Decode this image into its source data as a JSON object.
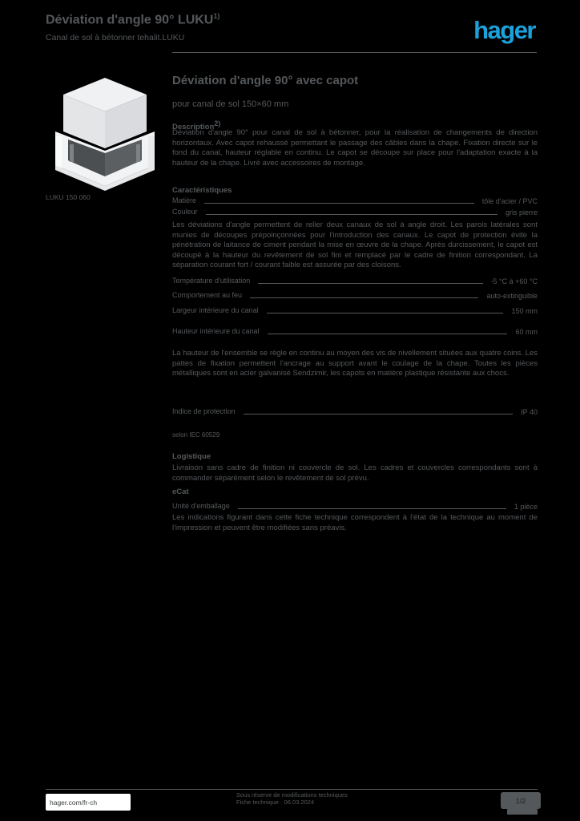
{
  "page": {
    "background": "#000000",
    "text_color": "#56595C",
    "accent_blue": "#1BA2DC"
  },
  "header": {
    "title_line1": "Déviation d'angle 90° LUKU",
    "title_sup": "1)",
    "title_line2": "Canal de sol à bétonner tehalit.LUKU",
    "logo_text": "hager"
  },
  "product_image": {
    "caption": "LUKU 150 060",
    "description": "corner piece for underfloor duct, grey hood on open channel"
  },
  "main": {
    "title": "Déviation d'angle 90° avec capot",
    "subtitle": "pour canal de sol 150×60 mm",
    "intro_lead": "Description",
    "intro_sup": "2)",
    "intro": "Déviation d'angle 90° pour canal de sol à bétonner, pour la réalisation de changements de direction horizontaux. Avec capot rehaussé permettant le passage des câbles dans la chape. Fixation directe sur le fond du canal, hauteur réglable en continu. Le capot se découpe sur place pour l'adaptation exacte à la hauteur de la chape. Livré avec accessoires de montage."
  },
  "specs": {
    "section_heading": "Caractéristiques",
    "rows": [
      {
        "label": "Matière",
        "value": "tôle d'acier / PVC"
      },
      {
        "label": "Couleur",
        "value": "gris pierre"
      },
      {
        "label": "Température d'utilisation",
        "value": "-5 °C à +60 °C"
      },
      {
        "label": "Comportement au feu",
        "value": "auto-extinguible"
      },
      {
        "label": "Largeur intérieure du canal",
        "value": "150 mm"
      },
      {
        "label": "Hauteur intérieure du canal",
        "value": "60 mm"
      },
      {
        "label": "Indice de protection",
        "value": "IP 40"
      },
      {
        "label": "Unité d'emballage",
        "value": "1 pièce"
      }
    ],
    "ip_note": "selon IEC 60529",
    "heading_logistics": "Logistique",
    "heading_ecat": "eCat",
    "paragraph_1": "Les déviations d'angle permettent de relier deux canaux de sol à angle droit. Les parois latérales sont munies de découpes prépoinçonnées pour l'introduction des canaux. Le capot de protection évite la pénétration de laitance de ciment pendant la mise en œuvre de la chape. Après durcissement, le capot est découpé à la hauteur du revêtement de sol fini et remplacé par le cadre de finition correspondant. La séparation courant fort / courant faible est assurée par des cloisons.",
    "paragraph_2": "La hauteur de l'ensemble se règle en continu au moyen des vis de nivellement situées aux quatre coins. Les pattes de fixation permettent l'ancrage au support avant le coulage de la chape. Toutes les pièces métalliques sont en acier galvanisé Sendzimir, les capots en matière plastique résistante aux chocs.",
    "paragraph_3": "Livraison sans cadre de finition ni couvercle de sol. Les cadres et couvercles correspondants sont à commander séparément selon le revêtement de sol prévu.",
    "paragraph_4": "Les indications figurant dans cette fiche technique correspondent à l'état de la technique au moment de l'impression et peuvent être modifiées sans préavis."
  },
  "footer": {
    "url": "hager.com/fr-ch",
    "center_line1": "Sous réserve de modifications techniques",
    "center_line2": "Fiche technique · 06.03.2024",
    "page_indicator": "1/2"
  }
}
